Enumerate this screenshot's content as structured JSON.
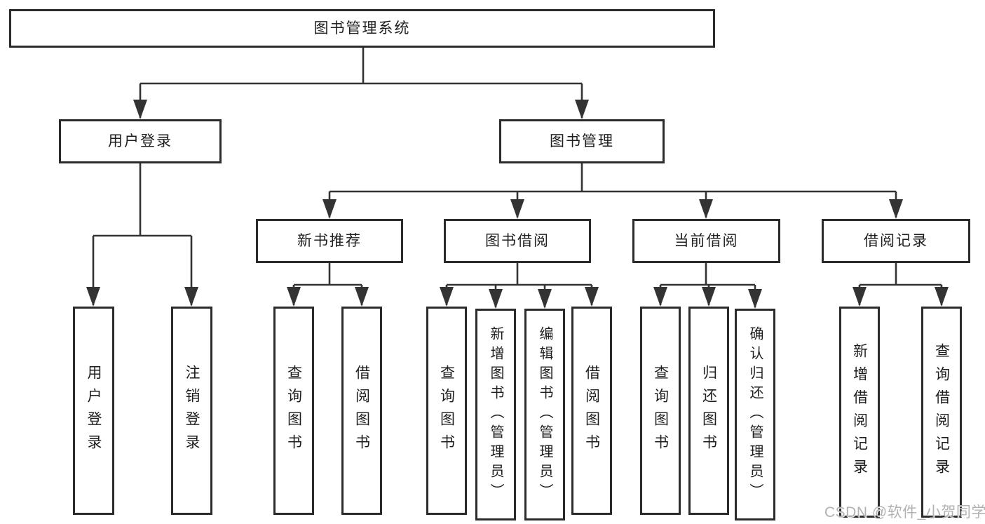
{
  "nodes": {
    "root": "图书管理系统",
    "user_login": "用户登录",
    "book_mgmt": "图书管理",
    "new_book": "新书推荐",
    "book_borrow": "图书借阅",
    "current_borrow": "当前借阅",
    "borrow_record": "借阅记录",
    "leaf_user_login": "用户登录",
    "leaf_logout": "注销登录",
    "leaf_query_book_1": "查询图书",
    "leaf_borrow_book_1": "借阅图书",
    "leaf_query_book_2": "查询图书",
    "leaf_add_book": "新增图书（管理员）",
    "leaf_edit_book": "编辑图书（管理员）",
    "leaf_borrow_book_2": "借阅图书",
    "leaf_query_book_3": "查询图书",
    "leaf_return_book": "归还图书",
    "leaf_confirm_return": "确认归还（管理员）",
    "leaf_add_record": "新增借阅记录",
    "leaf_query_record": "查询借阅记录"
  },
  "edges": [
    [
      "root",
      "user_login"
    ],
    [
      "root",
      "book_mgmt"
    ],
    [
      "user_login",
      "leaf_user_login"
    ],
    [
      "user_login",
      "leaf_logout"
    ],
    [
      "book_mgmt",
      "new_book"
    ],
    [
      "book_mgmt",
      "book_borrow"
    ],
    [
      "book_mgmt",
      "current_borrow"
    ],
    [
      "book_mgmt",
      "borrow_record"
    ],
    [
      "new_book",
      "leaf_query_book_1"
    ],
    [
      "new_book",
      "leaf_borrow_book_1"
    ],
    [
      "book_borrow",
      "leaf_query_book_2"
    ],
    [
      "book_borrow",
      "leaf_add_book"
    ],
    [
      "book_borrow",
      "leaf_edit_book"
    ],
    [
      "book_borrow",
      "leaf_borrow_book_2"
    ],
    [
      "current_borrow",
      "leaf_query_book_3"
    ],
    [
      "current_borrow",
      "leaf_return_book"
    ],
    [
      "current_borrow",
      "leaf_confirm_return"
    ],
    [
      "borrow_record",
      "leaf_add_record"
    ],
    [
      "borrow_record",
      "leaf_query_record"
    ]
  ],
  "watermark": {
    "text": "CSDN @软件_小贺同学"
  },
  "colors": {
    "background": "#ffffff",
    "line": "#333333",
    "border": "#2b2b2b",
    "text": "#1e1e1e",
    "watermark": "#b2b2b2"
  }
}
